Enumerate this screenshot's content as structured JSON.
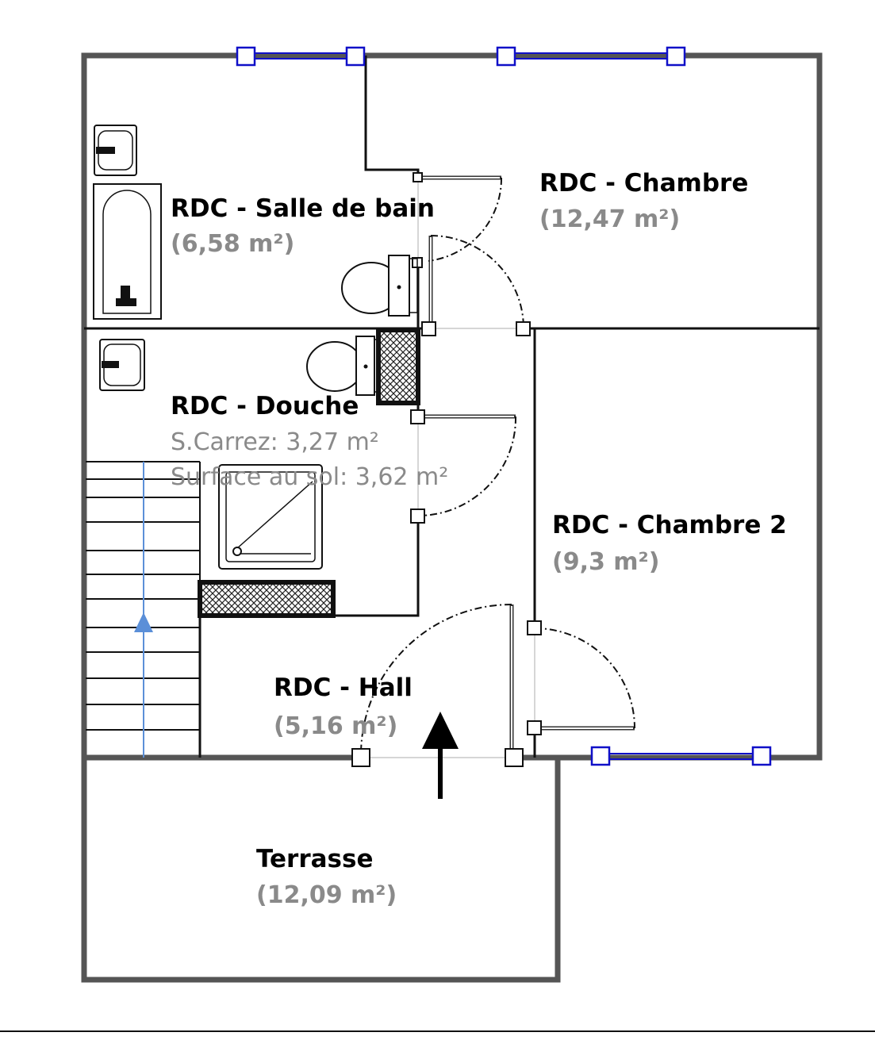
{
  "rooms": {
    "salle_de_bain": {
      "name": "RDC - Salle de bain",
      "area": "(6,58 m²)"
    },
    "chambre": {
      "name": "RDC - Chambre",
      "area": "(12,47 m²)"
    },
    "douche": {
      "name": "RDC - Douche",
      "carrez": "S.Carrez: 3,27 m²",
      "sol": "Surface au sol: 3,62 m²"
    },
    "chambre2": {
      "name": "RDC - Chambre 2",
      "area": "(9,3 m²)"
    },
    "hall": {
      "name": "RDC - Hall",
      "area": "(5,16 m²)"
    },
    "terrasse": {
      "name": "Terrasse",
      "area": "(12,09 m²)"
    }
  },
  "colors": {
    "wall": "#555555",
    "window": "#1010c8",
    "stair_arrow": "#5b8fd8",
    "label": "#000000",
    "area": "#8a8a8a"
  },
  "icons": [
    "washbasin-icon",
    "bathtub-icon",
    "toilet-icon",
    "shower-icon",
    "staircase-icon",
    "entrance-arrow-icon"
  ]
}
